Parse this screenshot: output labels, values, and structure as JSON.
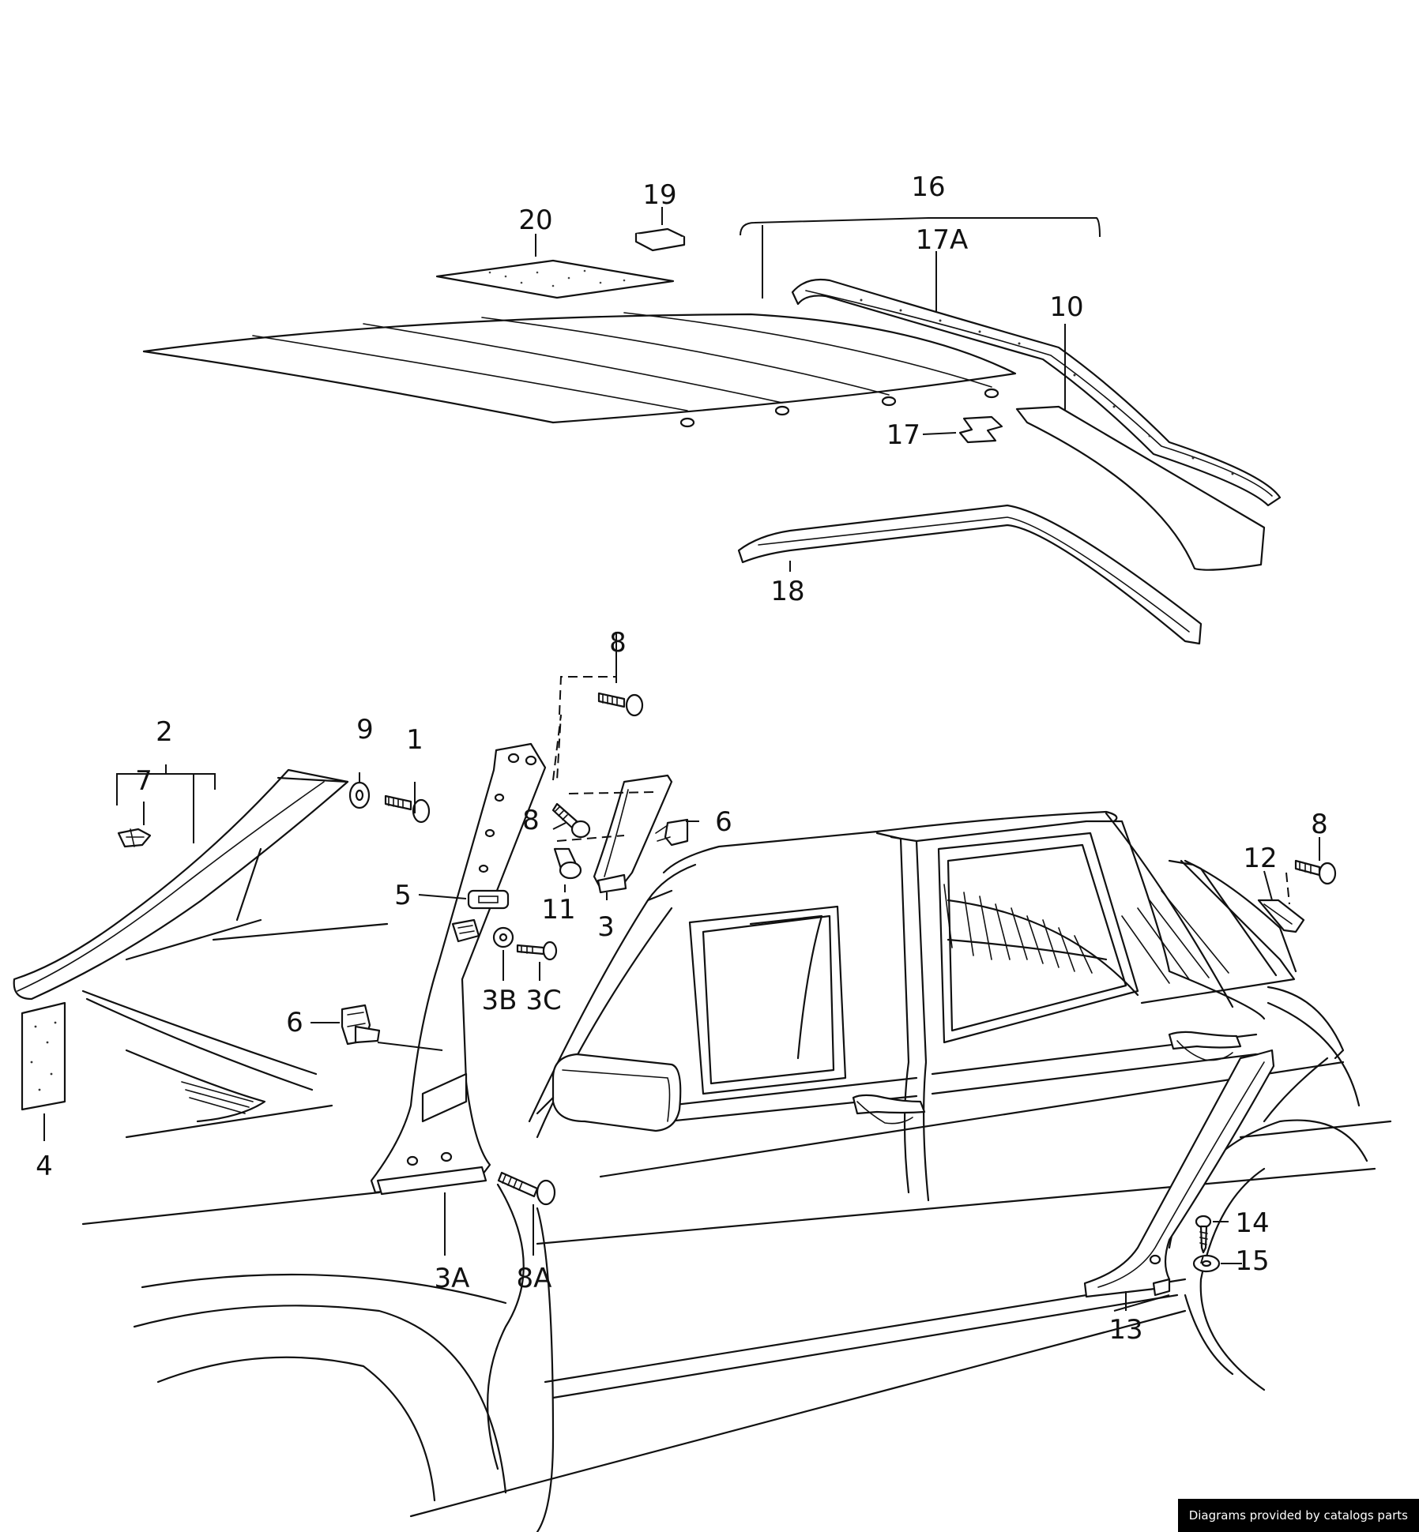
{
  "callouts": {
    "c1": "1",
    "c2": "2",
    "c3": "3",
    "c3A": "3A",
    "c3B": "3B",
    "c3C": "3C",
    "c4": "4",
    "c5": "5",
    "c6a": "6",
    "c6b": "6",
    "c7": "7",
    "c8a": "8",
    "c8b": "8",
    "c8c": "8",
    "c8A": "8A",
    "c9": "9",
    "c10": "10",
    "c11": "11",
    "c12": "12",
    "c13": "13",
    "c14": "14",
    "c15": "15",
    "c16": "16",
    "c17": "17",
    "c17A": "17A",
    "c18": "18",
    "c19": "19",
    "c20": "20"
  },
  "credit": "Diagrams provided by catalogs parts"
}
